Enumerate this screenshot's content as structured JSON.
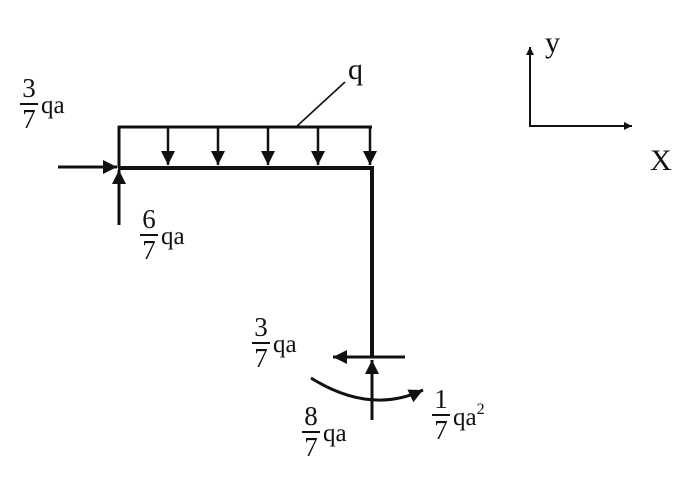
{
  "diagram": {
    "load_label": "q",
    "axes": {
      "y_label": "y",
      "x_label": "X"
    },
    "forces": {
      "left_horizontal": {
        "numerator": "3",
        "denominator": "7",
        "suffix": "qa"
      },
      "left_vertical": {
        "numerator": "6",
        "denominator": "7",
        "suffix": "qa"
      },
      "bottom_horizontal": {
        "numerator": "3",
        "denominator": "7",
        "suffix": "qa"
      },
      "bottom_vertical": {
        "numerator": "8",
        "denominator": "7",
        "suffix": "qa"
      },
      "bottom_moment": {
        "numerator": "1",
        "denominator": "7",
        "suffix": "qa",
        "exponent": "2"
      }
    },
    "colors": {
      "ink": "#111111",
      "background": "#ffffff"
    }
  }
}
